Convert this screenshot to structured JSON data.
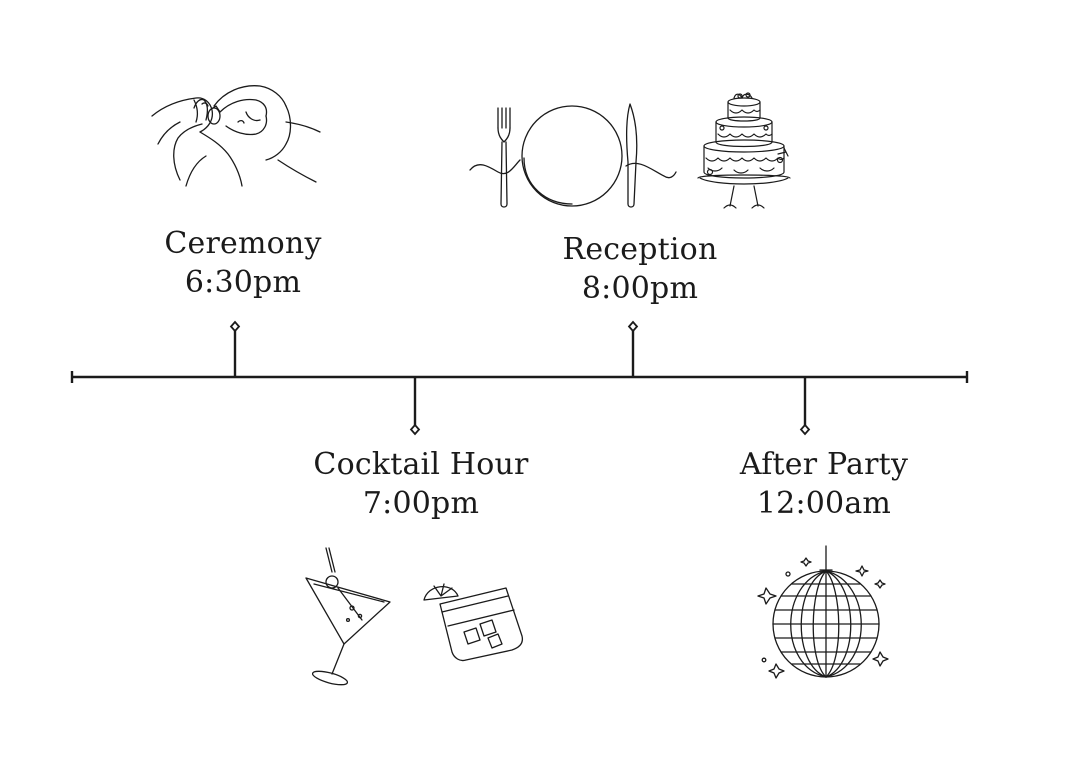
{
  "timeline": {
    "events": [
      {
        "id": "ceremony",
        "title": "Ceremony",
        "time": "6:30pm",
        "side": "above",
        "illustrations": [
          "hands-ring-icon"
        ]
      },
      {
        "id": "cocktail-hour",
        "title": "Cocktail Hour",
        "time": "7:00pm",
        "side": "below",
        "illustrations": [
          "martini-glass-icon",
          "rocks-glass-icon"
        ]
      },
      {
        "id": "reception",
        "title": "Reception",
        "time": "8:00pm",
        "side": "above",
        "illustrations": [
          "place-setting-icon",
          "wedding-cake-icon"
        ]
      },
      {
        "id": "after-party",
        "title": "After Party",
        "time": "12:00am",
        "side": "below",
        "illustrations": [
          "disco-ball-icon"
        ]
      }
    ]
  },
  "colors": {
    "line": "#1b1b1b",
    "background": "#ffffff"
  }
}
